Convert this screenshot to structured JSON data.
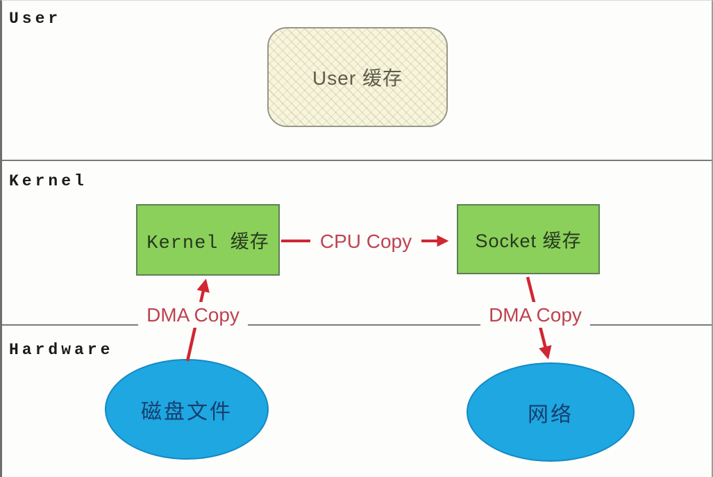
{
  "title": "zero-copy data flow diagram",
  "layers": [
    {
      "label": "User"
    },
    {
      "label": "Kernel"
    },
    {
      "label": "Hardware"
    }
  ],
  "nodes": {
    "user_buffer": {
      "label": "User 缓存"
    },
    "kernel_buffer": {
      "label": "Kernel 缓存"
    },
    "socket_buffer": {
      "label": "Socket 缓存"
    },
    "disk_file": {
      "label": "磁盘文件"
    },
    "network": {
      "label": "网络"
    }
  },
  "arrows": {
    "cpu_copy": {
      "label": "CPU Copy",
      "from": "kernel_buffer",
      "to": "socket_buffer"
    },
    "dma_copy_left": {
      "label": "DMA Copy",
      "from": "disk_file",
      "to": "kernel_buffer"
    },
    "dma_copy_right": {
      "label": "DMA Copy",
      "from": "socket_buffer",
      "to": "network"
    }
  },
  "colors": {
    "accent_red": "#cf2733",
    "label_red": "#bd4350",
    "green_fill": "#8bd05a",
    "green_border": "#5e7e57",
    "green_text": "#26391f",
    "blue_fill": "#1ea7e1",
    "blue_border": "#1489c6",
    "blue_text": "#173e6e",
    "cream_fill": "#f7f5dc",
    "cream_border": "#97968a",
    "cream_text": "#5c5d4b",
    "divider": "#7a7a7a",
    "text_dark": "#1b1b1b"
  }
}
